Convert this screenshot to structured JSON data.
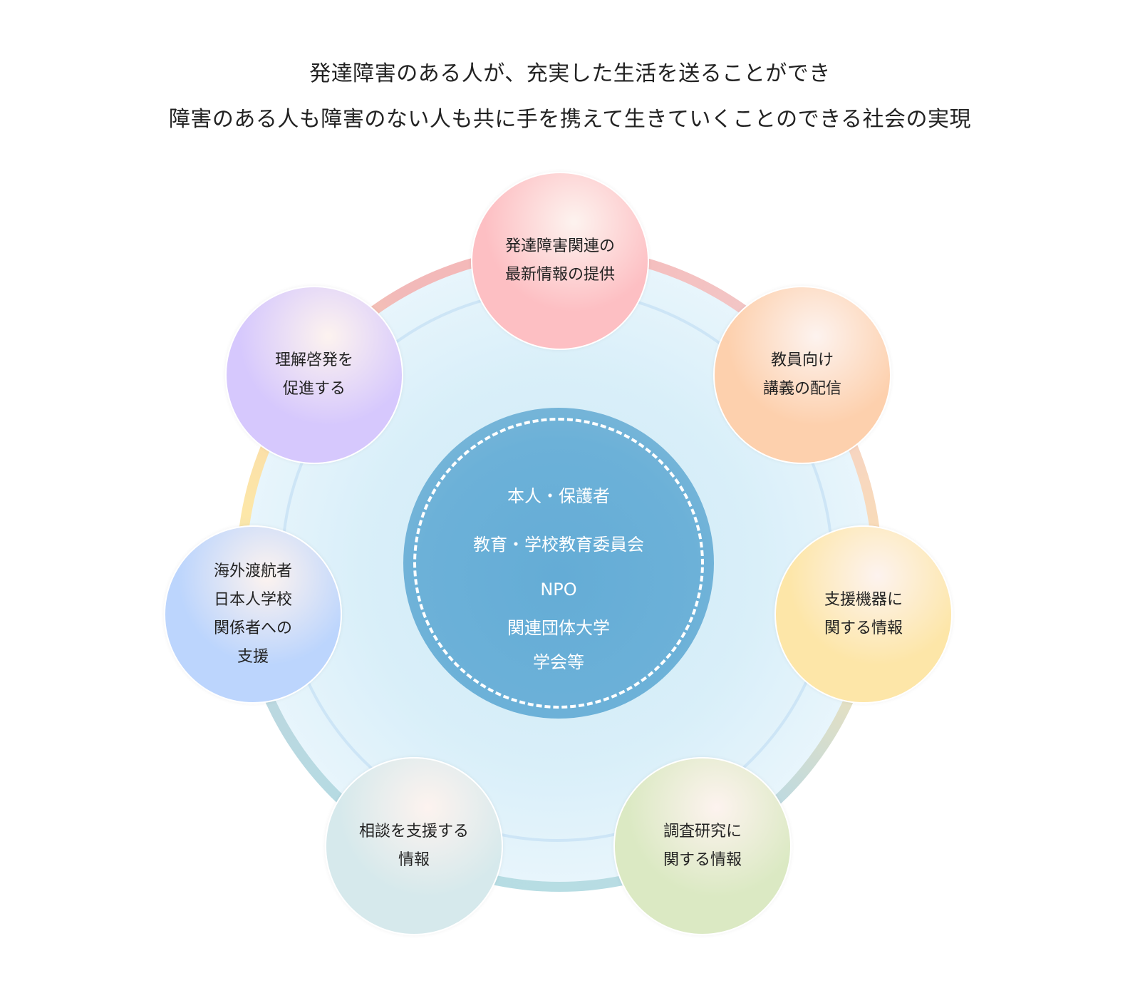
{
  "title": {
    "line1": "発達障害のある人が、充実した生活を送ることができ",
    "line2": "障害のある人も障害のない人も共に手を携えて生きていくことのできる社会の実現"
  },
  "center": {
    "line1": "本人・保護者",
    "line2": "教育・学校教育委員会",
    "line3": "NPO",
    "line4": "関連団体大学",
    "line5": "学会等"
  },
  "satellites": [
    {
      "lines": [
        "発達障害関連の",
        "最新情報の提供"
      ],
      "color": "#fdbfc3"
    },
    {
      "lines": [
        "教員向け",
        "講義の配信"
      ],
      "color": "#fdd0ad"
    },
    {
      "lines": [
        "支援機器に",
        "関する情報"
      ],
      "color": "#fde6a8"
    },
    {
      "lines": [
        "調査研究に",
        "関する情報"
      ],
      "color": "#dbe9c3"
    },
    {
      "lines": [
        "相談を支援する",
        "情報"
      ],
      "color": "#d6e9ec"
    },
    {
      "lines": [
        "海外渡航者",
        "日本人学校",
        "関係者への",
        "支援"
      ],
      "color": "#bcd5fd"
    },
    {
      "lines": [
        "理解啓発を",
        "促進する"
      ],
      "color": "#d6c8fd"
    }
  ]
}
